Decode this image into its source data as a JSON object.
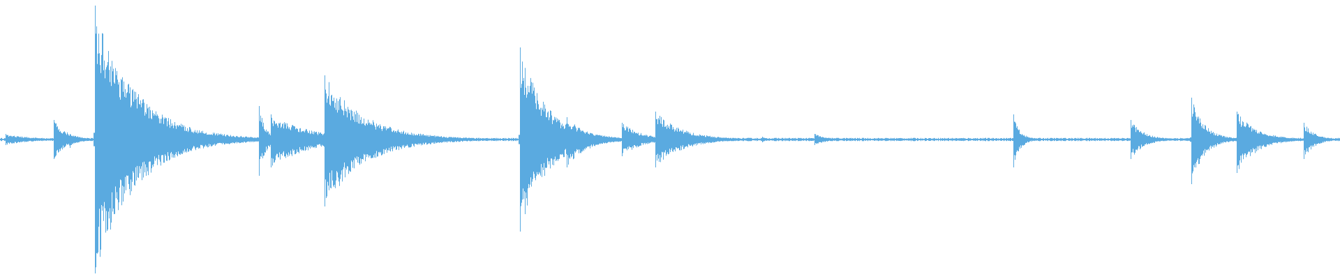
{
  "waveform": {
    "color": "#5aaae0",
    "baseline_amplitude": 0.004,
    "transients": [
      {
        "t": 0.004,
        "up": 0.02,
        "down": 0.02,
        "decay": 0.02
      },
      {
        "t": 0.04,
        "up": 0.07,
        "down": 0.07,
        "decay": 0.01
      },
      {
        "t": 0.052,
        "up": 0.02,
        "down": 0.03,
        "decay": 0.005
      },
      {
        "t": 0.071,
        "up": 0.48,
        "down": 0.48,
        "decay": 0.03
      },
      {
        "t": 0.193,
        "up": 0.12,
        "down": 0.13,
        "decay": 0.005
      },
      {
        "t": 0.202,
        "up": 0.09,
        "down": 0.1,
        "decay": 0.03
      },
      {
        "t": 0.242,
        "up": 0.23,
        "down": 0.24,
        "decay": 0.03
      },
      {
        "t": 0.277,
        "up": 0.04,
        "down": 0.03,
        "decay": 0.015
      },
      {
        "t": 0.388,
        "up": 0.33,
        "down": 0.33,
        "decay": 0.02
      },
      {
        "t": 0.423,
        "up": 0.08,
        "down": 0.1,
        "decay": 0.015
      },
      {
        "t": 0.464,
        "up": 0.06,
        "down": 0.06,
        "decay": 0.015
      },
      {
        "t": 0.489,
        "up": 0.1,
        "down": 0.1,
        "decay": 0.02
      },
      {
        "t": 0.533,
        "up": 0.01,
        "down": 0.01,
        "decay": 0.005
      },
      {
        "t": 0.569,
        "up": 0.01,
        "down": 0.01,
        "decay": 0.005
      },
      {
        "t": 0.608,
        "up": 0.02,
        "down": 0.02,
        "decay": 0.01
      },
      {
        "t": 0.756,
        "up": 0.09,
        "down": 0.1,
        "decay": 0.005
      },
      {
        "t": 0.844,
        "up": 0.07,
        "down": 0.07,
        "decay": 0.01
      },
      {
        "t": 0.889,
        "up": 0.15,
        "down": 0.16,
        "decay": 0.01
      },
      {
        "t": 0.923,
        "up": 0.1,
        "down": 0.12,
        "decay": 0.015
      },
      {
        "t": 0.973,
        "up": 0.06,
        "down": 0.07,
        "decay": 0.008
      }
    ]
  }
}
